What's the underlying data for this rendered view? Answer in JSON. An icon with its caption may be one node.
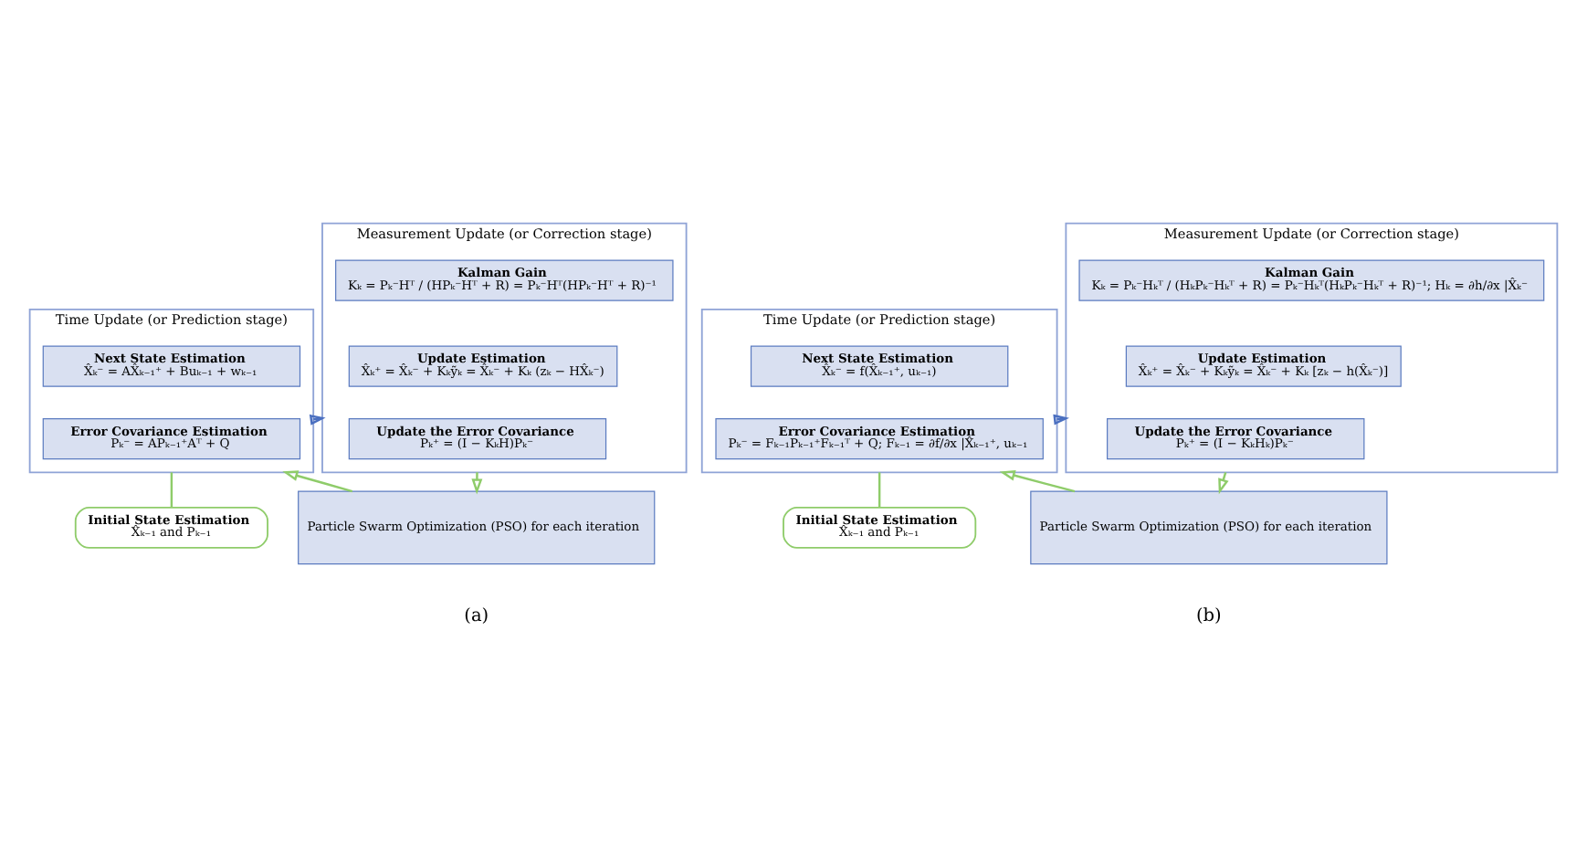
{
  "diagram": {
    "nodes": [
      {
        "text": [
          "Time Update (or Prediction stage)"
        ]
      },
      {
        "text": [
          "Next State Estimation",
          "X̂ₖ⁻ = AX̂ₖ₋₁⁺ + Buₖ₋₁ + wₖ₋₁"
        ],
        "in": 0
      },
      {
        "text": [
          "Error Covariance Estimation",
          "Pₖ⁻ = APₖ₋₁⁺Aᵀ + Q"
        ],
        "in": 0
      },
      {
        "text": [
          "Measurement Update (or Correction stage)"
        ]
      },
      {
        "text": [
          "Kalman Gain",
          "Kₖ = Pₖ⁻Hᵀ / (HPₖ⁻Hᵀ + R) = Pₖ⁻Hᵀ(HPₖ⁻Hᵀ + R)⁻¹"
        ],
        "in": 3
      },
      {
        "text": [
          "Update Estimation",
          "X̂ₖ⁺ = X̂ₖ⁻ + Kₖỹₖ = X̂ₖ⁻ + Kₖ (zₖ − HX̂ₖ⁻)"
        ],
        "in": 3
      },
      {
        "text": [
          "Update the Error Covariance",
          "Pₖ⁺ = (I − KₖH)Pₖ⁻"
        ],
        "in": 3
      },
      {
        "text": [
          "Initial State Estimation",
          "X̂ₖ₋₁ and Pₖ₋₁"
        ]
      },
      {
        "text": [
          "Particle Swarm Optimization (PSO) for each iteration"
        ]
      },
      {
        "text": [
          "Time Update (or Prediction stage)"
        ]
      },
      {
        "text": [
          "Next State Estimation",
          "X̂ₖ⁻ = f(X̂ₖ₋₁⁺, uₖ₋₁)"
        ],
        "in": 9
      },
      {
        "text": [
          "Error Covariance Estimation",
          "Pₖ⁻ = Fₖ₋₁Pₖ₋₁⁺Fₖ₋₁ᵀ + Q; Fₖ₋₁ = ∂f/∂x |X̂ₖ₋₁⁺, uₖ₋₁"
        ],
        "in": 9
      },
      {
        "text": [
          "Measurement Update (or Correction stage)"
        ]
      },
      {
        "text": [
          "Kalman Gain",
          "Kₖ = Pₖ⁻Hₖᵀ / (HₖPₖ⁻Hₖᵀ + R) = Pₖ⁻Hₖᵀ(HₖPₖ⁻Hₖᵀ + R)⁻¹; Hₖ = ∂h/∂x |X̂ₖ⁻"
        ],
        "in": 12
      },
      {
        "text": [
          "Update Estimation",
          "X̂ₖ⁺ = X̂ₖ⁻ + Kₖỹₖ = X̂ₖ⁻ + Kₖ [zₖ − h(X̂ₖ⁻)]"
        ],
        "in": 12
      },
      {
        "text": [
          "Update the Error Covariance",
          "Pₖ⁺ = (I − KₖHₖ)Pₖ⁻"
        ],
        "in": 12
      },
      {
        "text": [
          "Initial State Estimation",
          "X̂ₖ₋₁ and Pₖ₋₁"
        ]
      },
      {
        "text": [
          "Particle Swarm Optimization (PSO) for each iteration"
        ]
      }
    ],
    "edges": [
      {
        "from": 0,
        "to": 3,
        "arrow": "to",
        "color": "#4a6fc0"
      },
      {
        "from": 7,
        "to": 0,
        "arrow": "none",
        "color": "#8fcc6a"
      },
      {
        "from": 8,
        "to": 0,
        "arrow": "to",
        "color": "#8fcc6a"
      },
      {
        "from": 3,
        "to": 8,
        "arrow": "to",
        "color": "#8fcc6a"
      },
      {
        "from": 9,
        "to": 12,
        "arrow": "to",
        "color": "#4a6fc0"
      },
      {
        "from": 16,
        "to": 9,
        "arrow": "none",
        "color": "#8fcc6a"
      },
      {
        "from": 17,
        "to": 9,
        "arrow": "to",
        "color": "#8fcc6a"
      },
      {
        "from": 12,
        "to": 17,
        "arrow": "to",
        "color": "#8fcc6a"
      }
    ],
    "labels": [
      "(a)",
      "(b)"
    ]
  }
}
